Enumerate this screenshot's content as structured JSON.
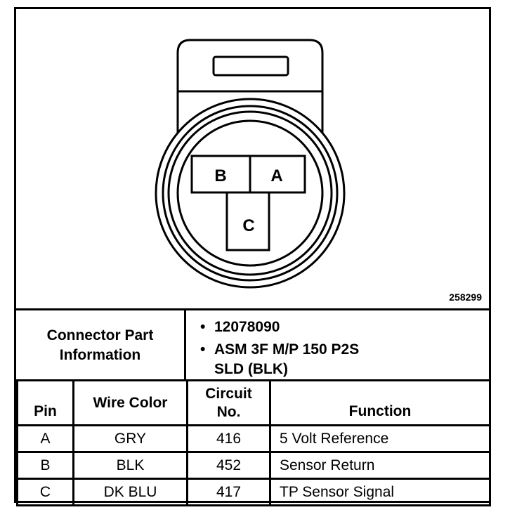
{
  "diagram": {
    "pin_labels": {
      "a": "A",
      "b": "B",
      "c": "C"
    },
    "figure_id": "258299"
  },
  "connector_info": {
    "label_line1": "Connector Part",
    "label_line2": "Information",
    "items": [
      {
        "line1": "12078090",
        "line2": ""
      },
      {
        "line1": "ASM 3F M/P 150 P2S",
        "line2": "SLD (BLK)"
      }
    ]
  },
  "table": {
    "headers": {
      "pin": "Pin",
      "wire_color": "Wire Color",
      "circuit_line1": "Circuit",
      "circuit_line2": "No.",
      "function": "Function"
    },
    "rows": [
      {
        "pin": "A",
        "wire_color": "GRY",
        "circuit": "416",
        "function": "5 Volt Reference"
      },
      {
        "pin": "B",
        "wire_color": "BLK",
        "circuit": "452",
        "function": "Sensor Return"
      },
      {
        "pin": "C",
        "wire_color": "DK BLU",
        "circuit": "417",
        "function": "TP Sensor Signal"
      }
    ]
  },
  "colors": {
    "ink": "#000000",
    "background": "#ffffff"
  }
}
